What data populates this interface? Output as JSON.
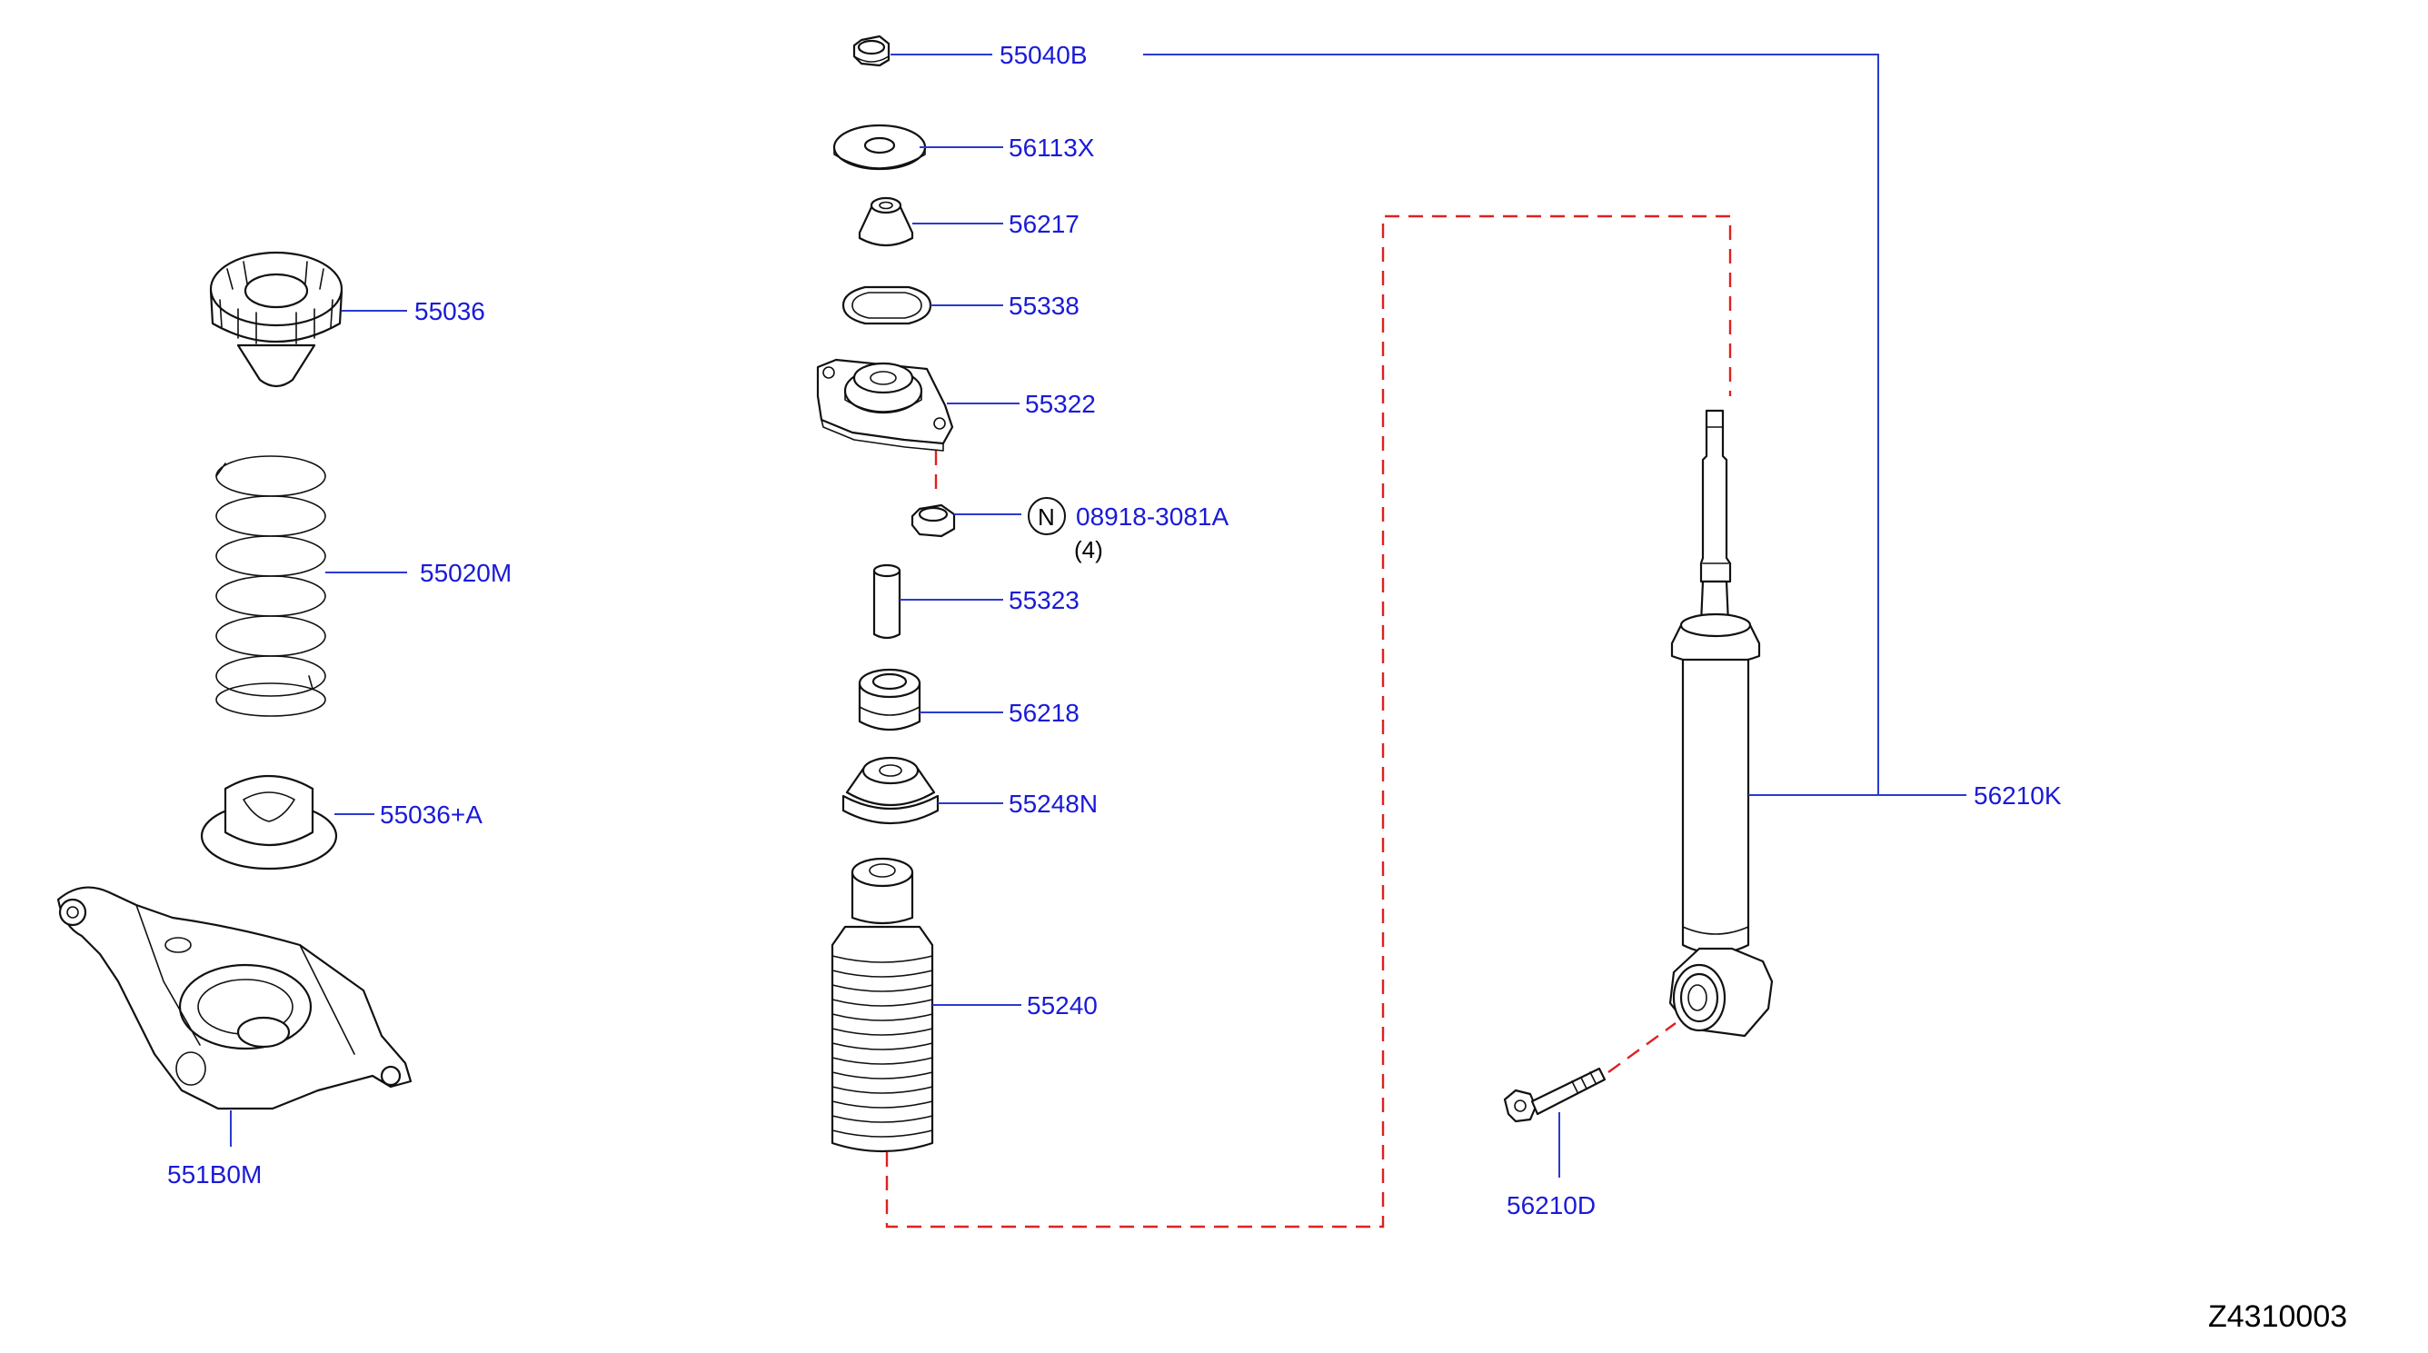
{
  "diagram": {
    "labels": {
      "p55040B": "55040B",
      "p56113X": "56113X",
      "p56217": "56217",
      "p55338": "55338",
      "p55322": "55322",
      "p08918": "08918-3081A",
      "p08918_qty": "(4)",
      "p08918_mark": "N",
      "p55323": "55323",
      "p56218": "56218",
      "p55248N": "55248N",
      "p55240": "55240",
      "p55036": "55036",
      "p55020M": "55020M",
      "p55036A": "55036+A",
      "p551B0M": "551B0M",
      "p56210K": "56210K",
      "p56210D": "56210D"
    },
    "diagram_id": "Z4310003",
    "colors": {
      "label": "#1a1ad8",
      "leader": "#2a3ad0",
      "dashed_link": "#e02020",
      "part_outline": "#111111"
    }
  }
}
